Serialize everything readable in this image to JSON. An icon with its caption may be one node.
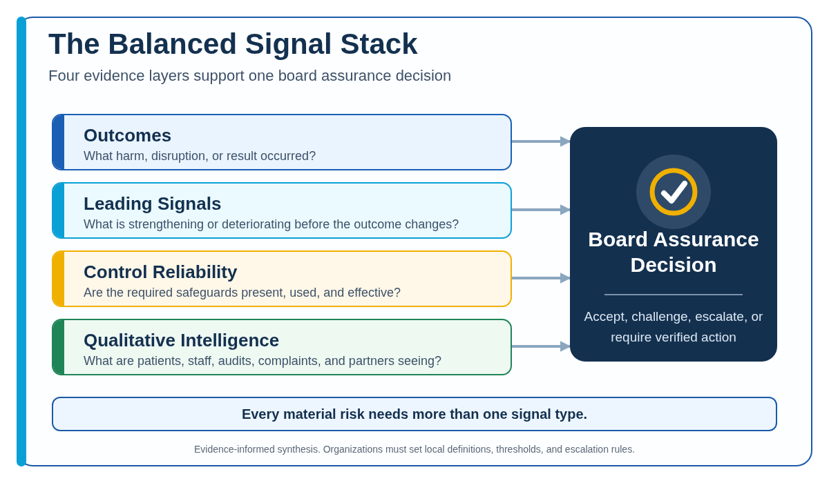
{
  "diagram": {
    "title": "The Balanced Signal Stack",
    "caption": "Evidence-informed synthesis. Organizations must set local definitions, thresholds, and escalation rules.",
    "nodes": [
      {
        "text": [
          "Outcomes",
          "What harm, disruption, or result occurred?"
        ]
      },
      {
        "text": [
          "Leading Signals",
          "What is strengthening or deteriorating before the outcome changes?"
        ]
      },
      {
        "text": [
          "Control Reliability",
          "Are the required safeguards present, used, and effective?"
        ]
      },
      {
        "text": [
          "Qualitative Intelligence",
          "What are patients, staff, audits, complaints, and partners seeing?"
        ]
      },
      {
        "text": [
          "Board Assurance Decision",
          "Accept, challenge, escalate, or require verified action"
        ]
      },
      {
        "text": [
          "Every material risk needs more than one signal type."
        ]
      }
    ],
    "edges": [
      {
        "from": 0,
        "to": 4,
        "arrow": "to"
      },
      {
        "from": 1,
        "to": 4,
        "arrow": "to"
      },
      {
        "from": 2,
        "to": 4,
        "arrow": "to"
      },
      {
        "from": 3,
        "to": 4,
        "arrow": "to"
      }
    ],
    "labels": [
      "Four evidence layers support one board assurance decision"
    ]
  }
}
